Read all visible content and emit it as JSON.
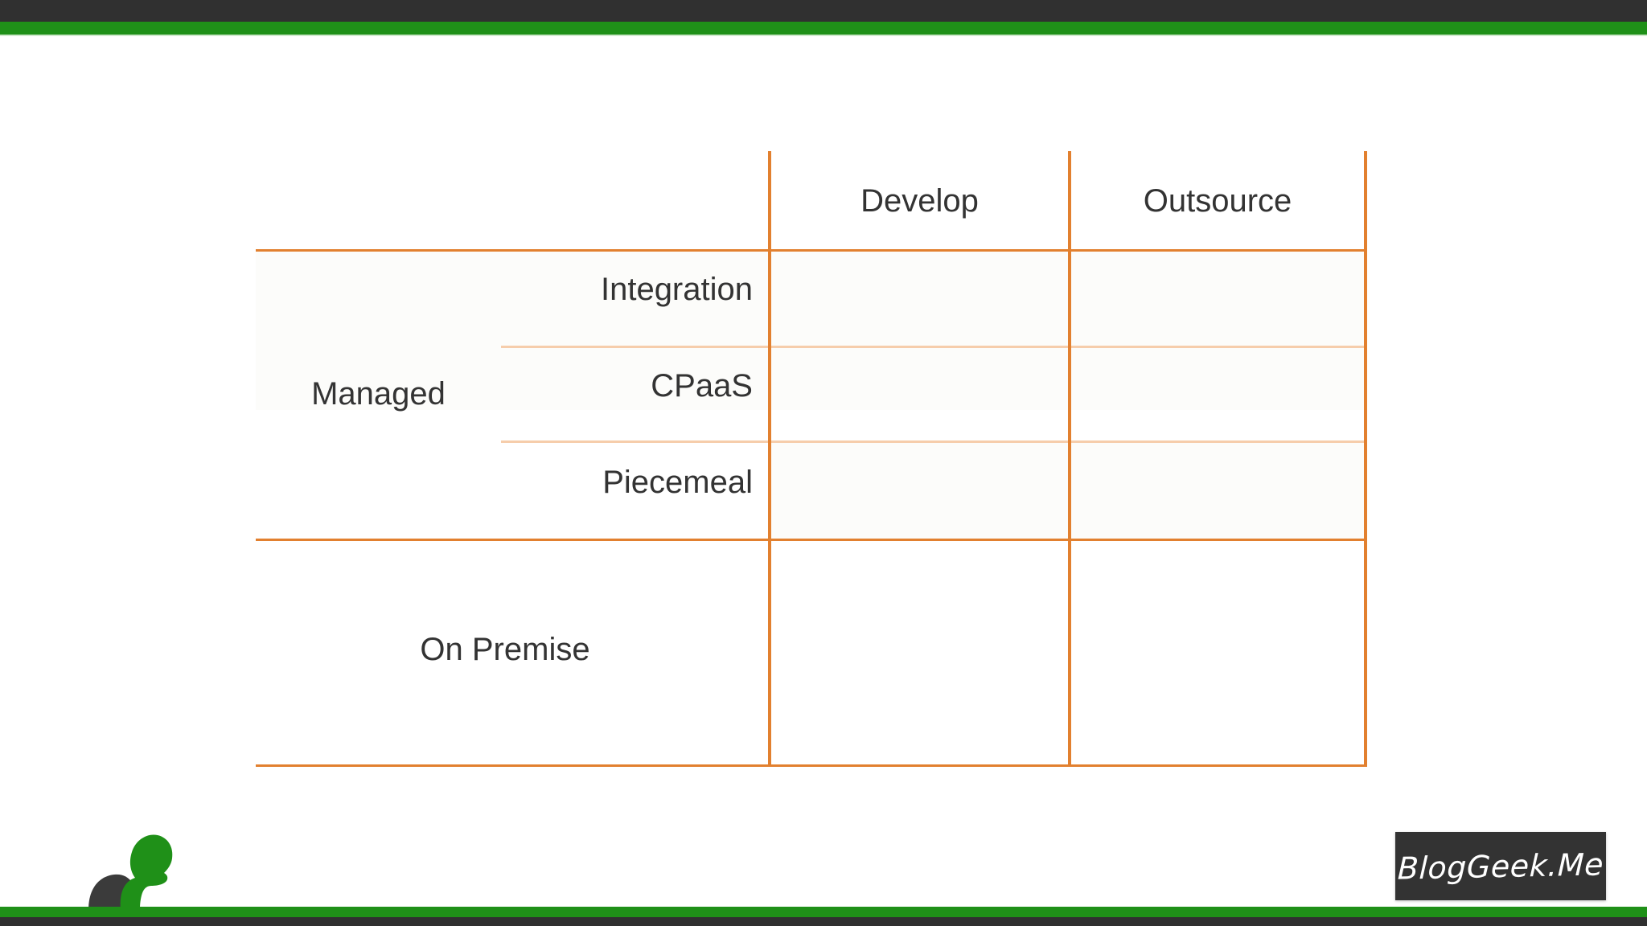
{
  "slide": {
    "background_color": "#ffffff",
    "accent_color": "#e2802f",
    "accent_light_color": "#f6cdab",
    "brand_green": "#1f9018",
    "brand_dark": "#303030",
    "text_color": "#333333"
  },
  "branding": {
    "logo_text": "BlogGeek.Me",
    "silhouette_name": "person-silhouette"
  },
  "matrix": {
    "corner_label": "",
    "columns": [
      {
        "label": "Develop"
      },
      {
        "label": "Outsource"
      }
    ],
    "groups": [
      {
        "label": "Managed",
        "subrows": [
          {
            "label": "Integration",
            "cells": [
              "",
              ""
            ]
          },
          {
            "label": "CPaaS",
            "cells": [
              "",
              ""
            ]
          },
          {
            "label": "Piecemeal",
            "cells": [
              "",
              ""
            ]
          }
        ]
      },
      {
        "label": "On Premise",
        "subrows": [
          {
            "label": "",
            "cells": [
              "",
              ""
            ]
          }
        ]
      }
    ]
  }
}
